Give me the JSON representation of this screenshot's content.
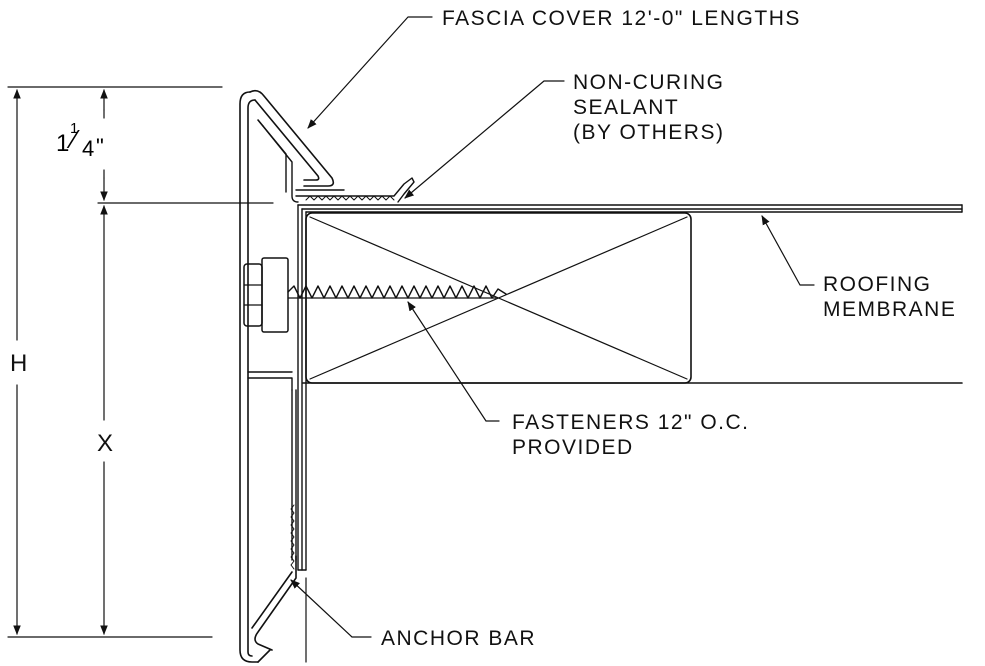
{
  "labels": {
    "fascia_cover": "FASCIA COVER 12'-0\" LENGTHS",
    "sealant": [
      "NON-CURING",
      "SEALANT",
      "(BY OTHERS)"
    ],
    "roofing_membrane": [
      "ROOFING",
      "MEMBRANE"
    ],
    "fasteners": [
      "FASTENERS 12\" O.C.",
      "PROVIDED"
    ],
    "anchor_bar": "ANCHOR BAR"
  },
  "dimensions": {
    "height_label": "H",
    "x_label": "X",
    "top_whole": "1",
    "top_numerator": "1",
    "top_denominator": "4",
    "top_unit": "\""
  },
  "colors": {
    "line": "#111111",
    "background": "#ffffff"
  }
}
